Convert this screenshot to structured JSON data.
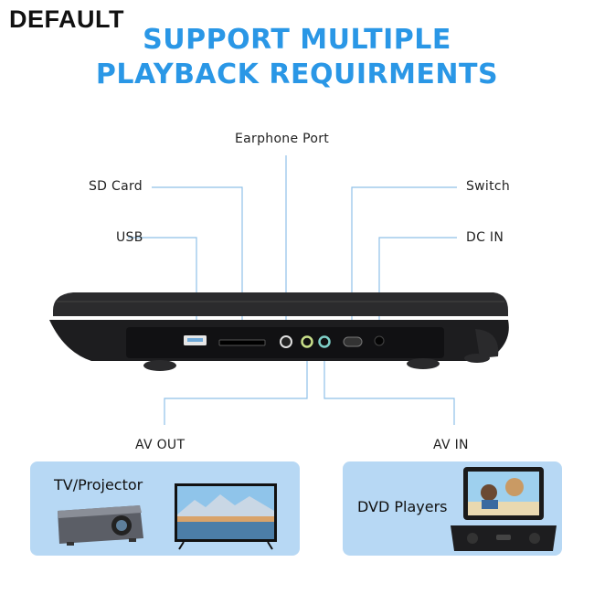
{
  "watermark": "DEFAULT",
  "headline": {
    "line1": "SUPPORT MULTIPLE",
    "line2": "PLAYBACK REQUIRMENTS"
  },
  "ports": {
    "earphone": "Earphone Port",
    "sd_card": "SD Card",
    "usb": "USB",
    "switch": "Switch",
    "dc_in": "DC IN",
    "av_out": "AV OUT",
    "av_in": "AV IN"
  },
  "panels": {
    "left_label": "TV/Projector",
    "right_label": "DVD Players"
  },
  "colors": {
    "headline": "#2a97e6",
    "callout_line": "#8fc0e8",
    "panel_bg": "#b7d8f4",
    "device_body": "#1d1d1f"
  }
}
